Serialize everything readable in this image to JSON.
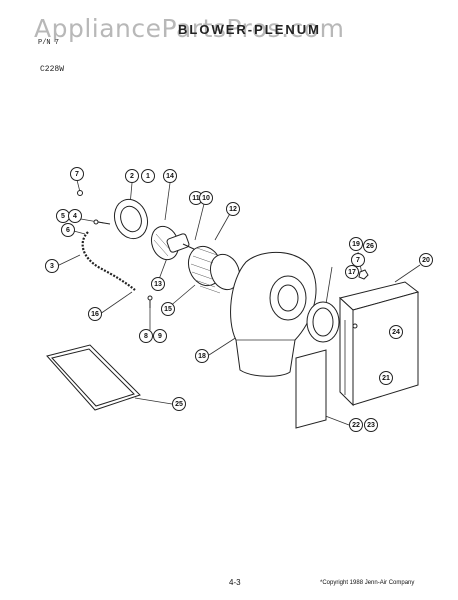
{
  "watermark": "AppliancePartsPros.com",
  "header": {
    "title": "BLOWER-PLENUM",
    "line1": "",
    "line2": "P/N 7",
    "model": "C228W"
  },
  "callouts": [
    {
      "label": "7",
      "name": "callout-7-top"
    },
    {
      "label": "2",
      "name": "callout-2"
    },
    {
      "label": "1",
      "name": "callout-1"
    },
    {
      "label": "14",
      "name": "callout-14"
    },
    {
      "label": "5",
      "name": "callout-5"
    },
    {
      "label": "4",
      "name": "callout-4"
    },
    {
      "label": "6",
      "name": "callout-6"
    },
    {
      "label": "11",
      "name": "callout-11"
    },
    {
      "label": "10",
      "name": "callout-10"
    },
    {
      "label": "12",
      "name": "callout-12"
    },
    {
      "label": "3",
      "name": "callout-3"
    },
    {
      "label": "13",
      "name": "callout-13"
    },
    {
      "label": "15",
      "name": "callout-15"
    },
    {
      "label": "16",
      "name": "callout-16"
    },
    {
      "label": "8",
      "name": "callout-8"
    },
    {
      "label": "9",
      "name": "callout-9"
    },
    {
      "label": "19",
      "name": "callout-19"
    },
    {
      "label": "26",
      "name": "callout-26"
    },
    {
      "label": "7",
      "name": "callout-7-right"
    },
    {
      "label": "17",
      "name": "callout-17"
    },
    {
      "label": "20",
      "name": "callout-20"
    },
    {
      "label": "24",
      "name": "callout-24"
    },
    {
      "label": "18",
      "name": "callout-18"
    },
    {
      "label": "21",
      "name": "callout-21"
    },
    {
      "label": "25",
      "name": "callout-25"
    },
    {
      "label": "22",
      "name": "callout-22"
    },
    {
      "label": "23",
      "name": "callout-23"
    }
  ],
  "footer": {
    "page": "4-3",
    "copyright": "*Copyright 1988 Jenn-Air Company"
  }
}
